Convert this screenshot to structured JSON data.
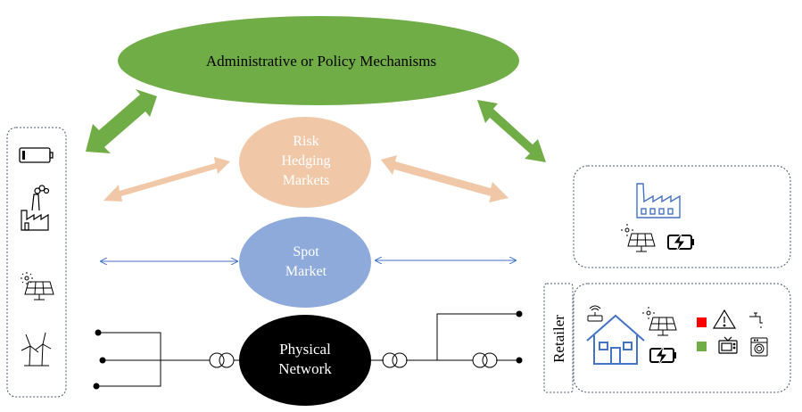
{
  "title": "Administrative or Policy Mechanisms",
  "risk_hedging": [
    "Risk",
    "Hedging",
    "Markets"
  ],
  "spot_market": [
    "Spot",
    "Market"
  ],
  "physical_network": [
    "Physical",
    "Network"
  ],
  "retailer": "Retailer",
  "left_column_icons": [
    "battery-icon",
    "power-plant-icon",
    "solar-panel-icon",
    "wind-turbine-icon"
  ],
  "industrial_icons": [
    "factory-icon",
    "solar-panel-icon",
    "battery-charging-icon"
  ],
  "retail_icons": [
    "router-icon",
    "house-icon",
    "solar-panel-icon",
    "battery-charging-icon",
    "warning-icon",
    "tap-icon",
    "tv-icon",
    "washing-machine-icon"
  ],
  "colors": {
    "policy": "#70ad47",
    "risk": "#f0c8a8",
    "spot": "#8eaadb",
    "physical": "#000000",
    "icon_blue": "#4472c4",
    "flag_red": "#ff0000",
    "flag_green": "#70ad47"
  }
}
